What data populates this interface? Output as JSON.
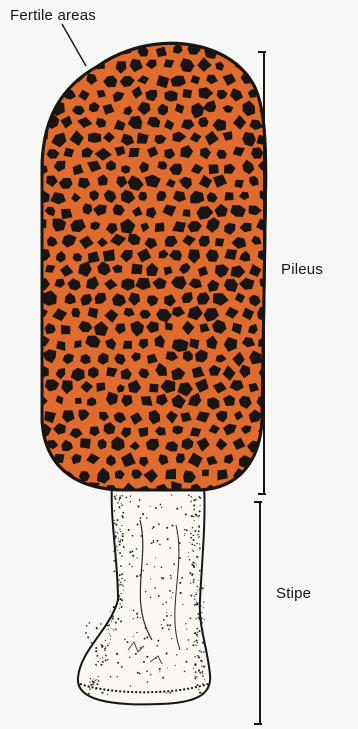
{
  "diagram": {
    "labels": {
      "fertile_areas": "Fertile areas",
      "pileus": "Pileus",
      "stipe": "Stipe"
    },
    "colors": {
      "cap_fill": "#df6b2e",
      "pit_fill": "#1a1512",
      "stipe_fill": "#fbf8f3",
      "ink": "#151515",
      "background": "#f7f7f5"
    }
  }
}
